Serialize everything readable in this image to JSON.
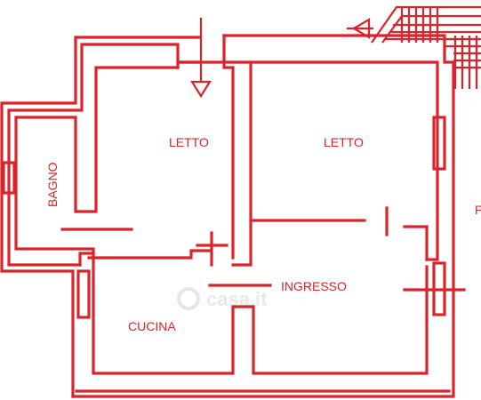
{
  "rooms": {
    "bagno": "BAGNO",
    "letto_left": "LETTO",
    "letto_right": "LETTO",
    "ingresso": "INGRESSO",
    "cucina": "CUCINA"
  },
  "edge_text": "P",
  "watermark": "casa.it"
}
